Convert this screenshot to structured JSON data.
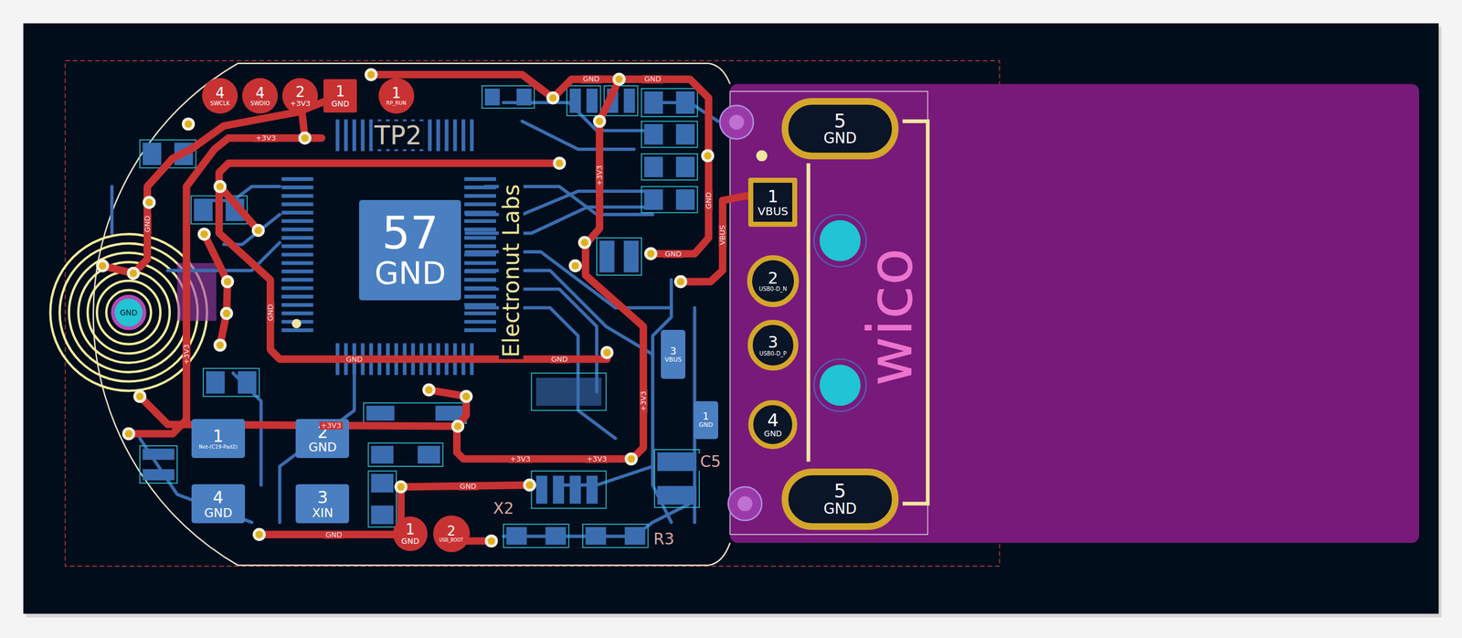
{
  "diagram": {
    "nodes": [
      {
        "text": [
          "5",
          "GND"
        ]
      },
      {
        "text": [
          "1",
          "VBUS"
        ]
      },
      {
        "text": [
          "2",
          "USB0-D_N"
        ]
      },
      {
        "text": [
          "3",
          "USB0-D_P"
        ]
      },
      {
        "text": [
          "4",
          "GND"
        ]
      },
      {
        "text": [
          "5",
          "GND"
        ]
      },
      {
        "text": [
          "57",
          "GND"
        ]
      },
      {
        "text": [
          "4",
          "SWCLK"
        ]
      },
      {
        "text": [
          "4",
          "SWDIO"
        ]
      },
      {
        "text": [
          "2",
          "+3V3"
        ]
      },
      {
        "text": [
          "1",
          "GND"
        ]
      },
      {
        "text": [
          "1",
          "RP_RUN"
        ]
      },
      {
        "text": [
          "1",
          "Net-(C19-Pad2)"
        ]
      },
      {
        "text": [
          "2",
          "GND"
        ]
      },
      {
        "text": [
          "4",
          "GND"
        ]
      },
      {
        "text": [
          "3",
          "XIN"
        ]
      },
      {
        "text": [
          "1",
          "GND"
        ]
      },
      {
        "text": [
          "2",
          "USB_BOOT"
        ]
      },
      {
        "text": [
          "3",
          "VBUS"
        ]
      },
      {
        "text": [
          "1",
          "GND"
        ]
      },
      {
        "text": [
          "GND"
        ]
      }
    ],
    "labels": [
      "TP2",
      "wico",
      "Electronut Labs",
      "GND",
      "GND",
      "+3V3",
      "GND",
      "GND",
      "GND",
      "+3V3",
      "+3V3",
      "+3V3",
      "GND",
      "GND",
      "+3V3",
      "VBUS",
      "+3V3",
      "GND",
      "+3V3",
      "GND",
      "GND",
      "C5",
      "R3",
      "X2"
    ]
  }
}
